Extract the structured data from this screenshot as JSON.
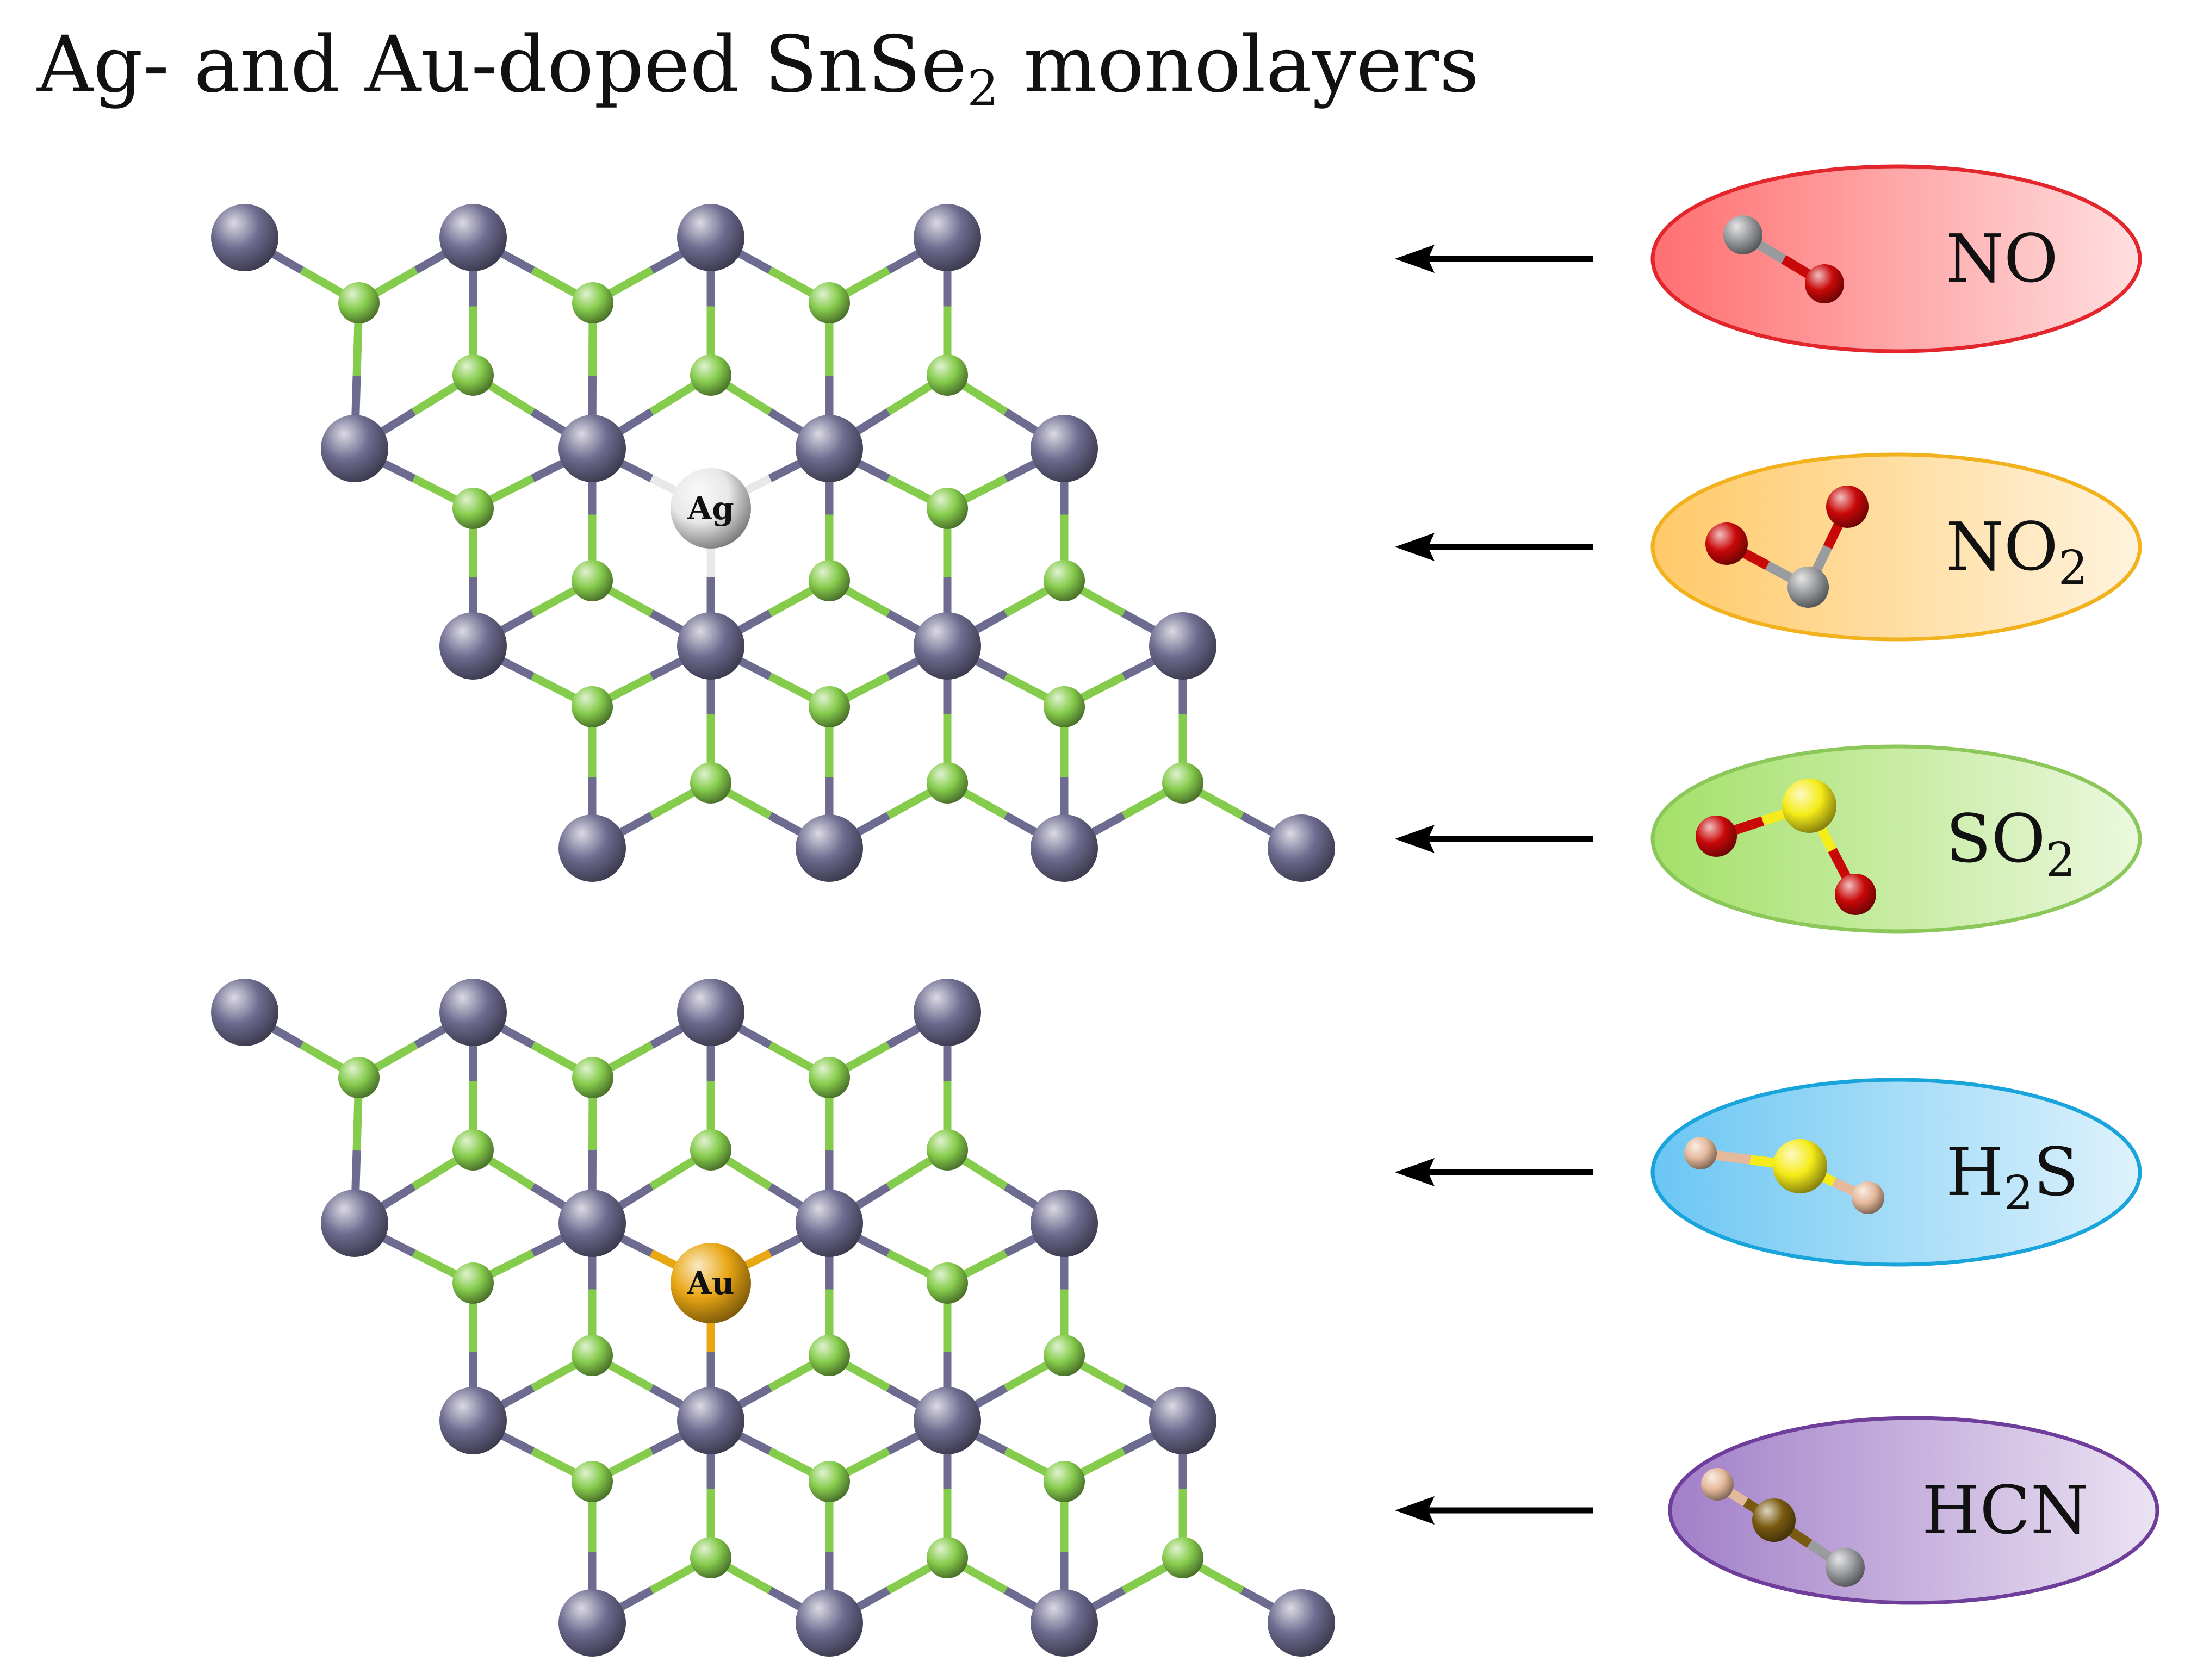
{
  "figure": {
    "title": {
      "prefix": "Ag- and Au-doped SnSe",
      "subscript": "2",
      "suffix": " monolayers"
    }
  },
  "monolayers": [
    {
      "dopant": "Ag",
      "color": "#e8e8e8"
    },
    {
      "dopant": "Au",
      "color": "#e9a714"
    }
  ],
  "gases": [
    {
      "id": "no",
      "parts": [
        "NO"
      ],
      "fill": "#ff6f70",
      "stroke": "#e3262b"
    },
    {
      "id": "no2",
      "parts": [
        "NO",
        "2",
        ""
      ],
      "fill": "#ffc968",
      "stroke": "#f2b21d"
    },
    {
      "id": "so2",
      "parts": [
        "SO",
        "2",
        ""
      ],
      "fill": "#a4e068",
      "stroke": "#8cc75a"
    },
    {
      "id": "h2s",
      "parts": [
        "H",
        "2",
        "S"
      ],
      "fill": "#6bc6f3",
      "stroke": "#19a5dc"
    },
    {
      "id": "hcn",
      "parts": [
        "HCN"
      ],
      "fill": "#a27fc8",
      "stroke": "#6f3e9b"
    }
  ],
  "atom_colors": {
    "Sn": "#6d6b8f",
    "Se": "#86cc4c",
    "O": "#c90808",
    "N": "#999b9e",
    "S": "#f5ec19",
    "H": "#e5b99c",
    "C": "#7a5a10"
  },
  "arrow_icon": "left-arrow-icon"
}
